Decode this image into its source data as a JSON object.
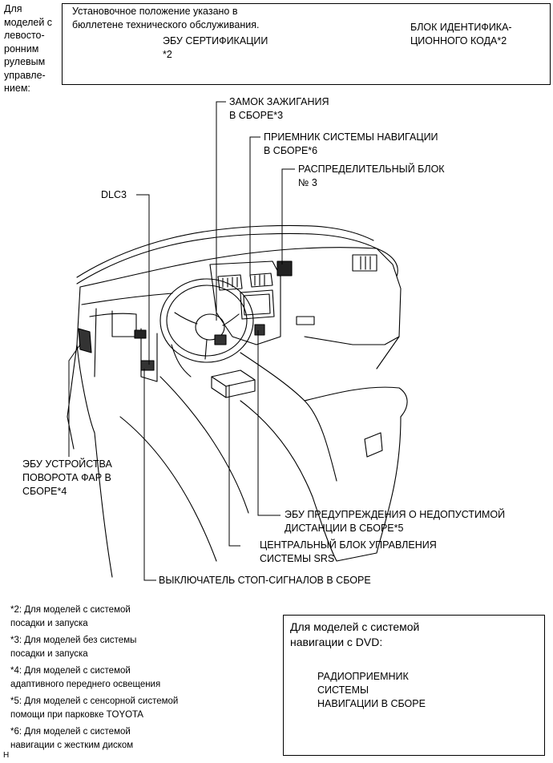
{
  "left_note": [
    "Для",
    "моделей с",
    "левосто-",
    "ронним",
    "рулевым",
    "управле-",
    "нием:"
  ],
  "top_box": {
    "note": [
      "Установочное положение указано в",
      "бюллетене технического обслуживания."
    ],
    "ecu_cert": [
      "ЭБУ СЕРТИФИКАЦИИ",
      "*2"
    ],
    "id_block": [
      "БЛОК ИДЕНТИФИКА-",
      "ЦИОННОГО КОДА*2"
    ]
  },
  "labels": {
    "ignition": [
      "ЗАМОК ЗАЖИГАНИЯ",
      "В СБОРЕ*3"
    ],
    "nav_receiver": [
      "ПРИЕМНИК СИСТЕМЫ НАВИГАЦИИ",
      "В СБОРЕ*6"
    ],
    "junction_block": [
      "РАСПРЕДЕЛИТЕЛЬНЫЙ БЛОК",
      "№ 3"
    ],
    "dlc3": "DLC3",
    "headlight_ecu": [
      "ЭБУ УСТРОЙСТВА",
      "ПОВОРОТА ФАР В",
      "СБОРЕ*4"
    ],
    "distance_ecu": [
      "ЭБУ ПРЕДУПРЕЖДЕНИЯ О НЕДОПУСТИМОЙ",
      "ДИСТАНЦИИ В СБОРЕ*5"
    ],
    "srs": [
      "ЦЕНТРАЛЬНЫЙ БЛОК УПРАВЛЕНИЯ",
      "СИСТЕМЫ SRS"
    ],
    "stop_switch": "ВЫКЛЮЧАТЕЛЬ СТОП-СИГНАЛОВ В СБОРЕ"
  },
  "footnotes": [
    [
      "*2: Для моделей с системой",
      "посадки и запуска"
    ],
    [
      "*3: Для моделей без системы",
      "посадки и запуска"
    ],
    [
      "*4: Для моделей с системой",
      "адаптивного переднего освещения"
    ],
    [
      "*5: Для моделей с сенсорной системой",
      "помощи при парковке TOYOTA"
    ],
    [
      "*6: Для моделей с системой",
      "навигации с жестким диском"
    ]
  ],
  "dvd_box": {
    "title": [
      "Для моделей с системой",
      "навигации с DVD:"
    ],
    "label": [
      "РАДИОПРИЕМНИК",
      "СИСТЕМЫ",
      "НАВИГАЦИИ В СБОРЕ"
    ]
  },
  "corner_mark": "H"
}
